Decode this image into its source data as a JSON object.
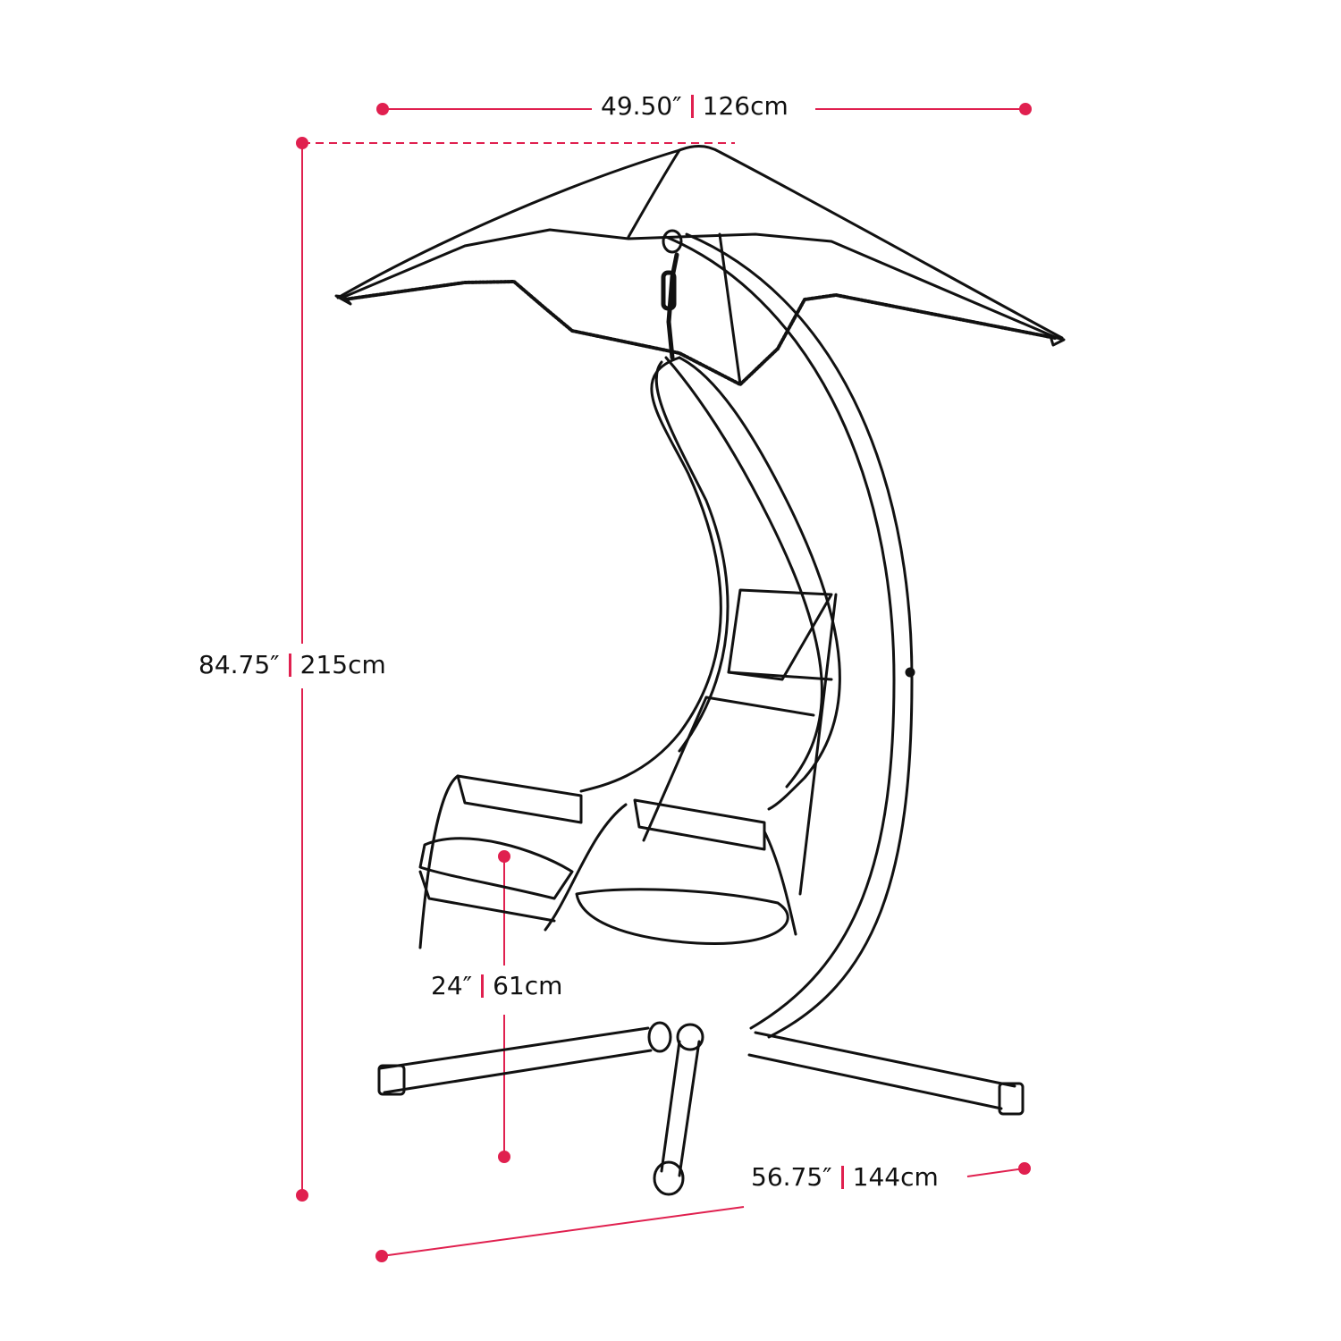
{
  "diagram": {
    "subject": "hanging-swing-chair-with-canopy",
    "accent_color": "#e0204f",
    "line_color": "#111111",
    "background": "#ffffff",
    "dimensions": {
      "width": {
        "imperial": "49.50″",
        "metric": "126cm"
      },
      "height": {
        "imperial": "84.75″",
        "metric": "215cm"
      },
      "seat_height": {
        "imperial": "24″",
        "metric": "61cm"
      },
      "depth": {
        "imperial": "56.75″",
        "metric": "144cm"
      }
    }
  }
}
